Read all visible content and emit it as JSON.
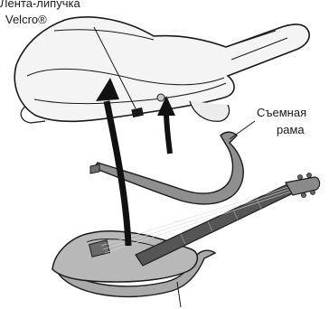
{
  "labels": {
    "velcro_line1": "Лента-липучка",
    "velcro_line2": "Velcro®",
    "frame_line1": "Съемная",
    "frame_line2": "рама"
  },
  "colors": {
    "line": "#1a1a1a",
    "bag_fill": "#f4f4f4",
    "frame_fill": "#8f8f8f",
    "guitar_body": "#b8b8b8",
    "neck": "#555555",
    "arrow": "#111111"
  }
}
